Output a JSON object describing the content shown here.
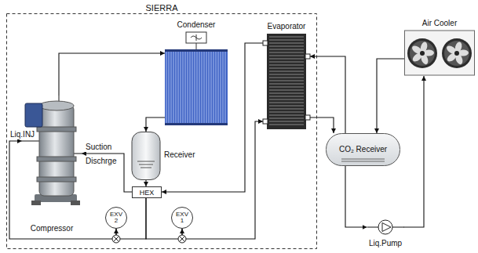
{
  "diagram": {
    "nodes": [
      {
        "text": [
          "SIERRA"
        ]
      },
      {
        "text": [
          "Condenser"
        ],
        "in": 0
      },
      {
        "text": [
          "Evaporator"
        ],
        "in": 0
      },
      {
        "text": [
          "Air Cooler"
        ]
      },
      {
        "text": [
          "Receiver"
        ],
        "in": 0
      },
      {
        "text": [
          "Compressor"
        ],
        "in": 0
      },
      {
        "text": [
          "CO₂ Receiver"
        ]
      },
      {
        "text": [
          "HEX"
        ],
        "in": 0
      },
      {
        "text": [
          "EXV 2"
        ],
        "in": 0
      },
      {
        "text": [
          "EXV 1"
        ],
        "in": 0
      },
      {
        "text": [
          "Liq.Pump"
        ]
      }
    ],
    "edges": [
      {
        "from": 5,
        "to": 1,
        "arrow": "to"
      },
      {
        "from": 1,
        "to": 4,
        "arrow": "to"
      },
      {
        "from": 4,
        "to": 7,
        "arrow": "to"
      },
      {
        "from": 7,
        "to": 9,
        "arrow": "to"
      },
      {
        "from": 7,
        "to": 8,
        "arrow": "to"
      },
      {
        "from": 9,
        "to": 2,
        "arrow": "to"
      },
      {
        "from": 2,
        "to": 7,
        "arrow": "to"
      },
      {
        "from": 7,
        "to": 5,
        "arrow": "to"
      },
      {
        "from": 8,
        "to": 5,
        "arrow": "to"
      },
      {
        "from": 2,
        "to": 6,
        "arrow": "to"
      },
      {
        "from": 6,
        "to": 2,
        "arrow": "to"
      },
      {
        "from": 6,
        "to": 10,
        "arrow": "to"
      },
      {
        "from": 10,
        "to": 3,
        "arrow": "to"
      },
      {
        "from": 3,
        "to": 6,
        "arrow": "to"
      }
    ],
    "labels": [
      "Liq.INJ",
      "Suction",
      "Dischrge"
    ]
  }
}
